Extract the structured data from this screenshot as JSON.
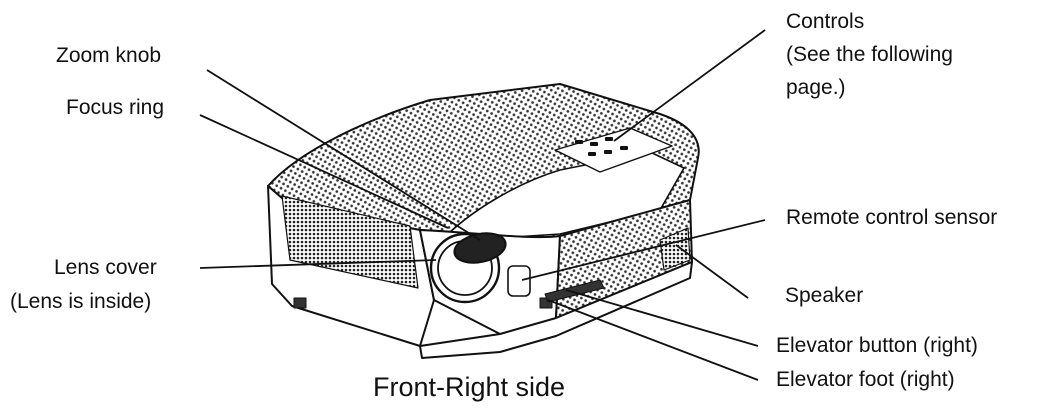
{
  "labels": {
    "controls_line1": "Controls",
    "controls_line2": "(See the following",
    "controls_line3": "page.)",
    "zoom_knob": "Zoom knob",
    "focus_ring": "Focus ring",
    "remote_sensor": "Remote control sensor",
    "speaker": "Speaker",
    "lens_cover_line1": "Lens cover",
    "lens_cover_line2": "(Lens is inside)",
    "elevator_button": "Elevator button (right)",
    "elevator_foot": "Elevator foot (right)"
  },
  "caption": "Front-Right side",
  "colors": {
    "ink": "#111111",
    "body_fill": "#ffffff",
    "grille": "#3a3a3a"
  }
}
